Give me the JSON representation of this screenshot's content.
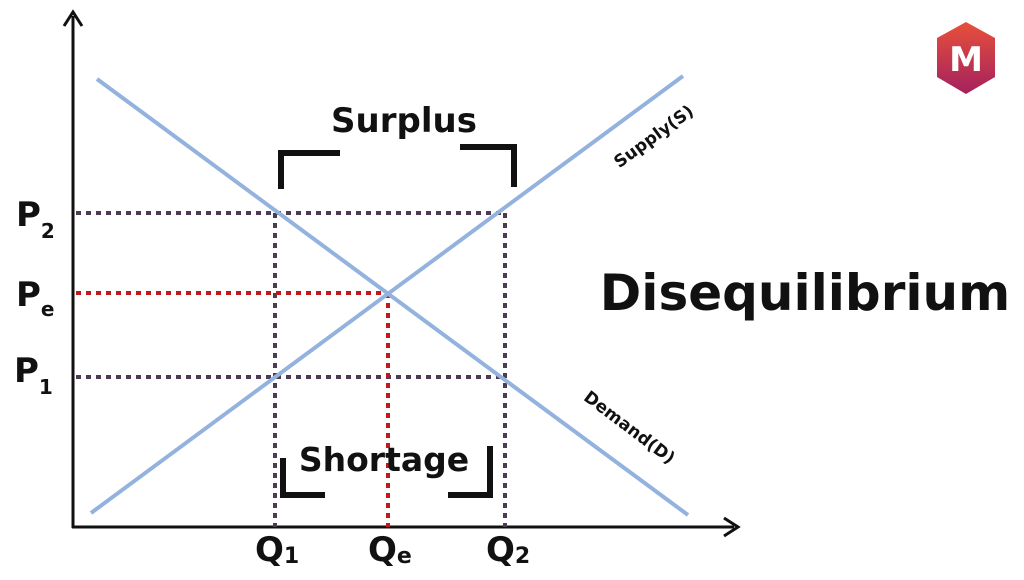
{
  "title": "Disequilibrium",
  "supply_label": "Supply(S)",
  "demand_label": "Demand(D)",
  "surplus_label": "Surplus",
  "shortage_label": "Shortage",
  "price_levels": {
    "p2": {
      "main": "P",
      "sub": "2"
    },
    "pe": {
      "main": "P",
      "sub": "e"
    },
    "p1": {
      "main": "P",
      "sub": "1"
    }
  },
  "quantity_levels": {
    "q1": {
      "main": "Q",
      "sub": "1"
    },
    "qe": {
      "main": "Q",
      "sub": "e"
    },
    "q2": {
      "main": "Q",
      "sub": "2"
    }
  },
  "logo": {
    "letter": "M"
  },
  "colors": {
    "curve": "#93b2dd",
    "equilibrium_guide": "#c0181c",
    "price_guide": "#4d3a55",
    "axis": "#111111",
    "logo_top": "#e8503a",
    "logo_bottom": "#a3215f"
  }
}
